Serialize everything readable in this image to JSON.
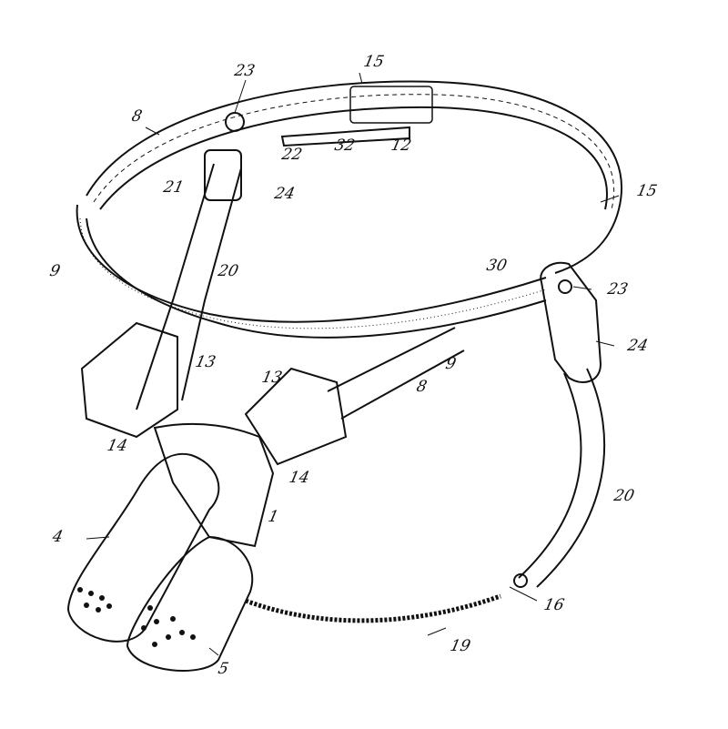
{
  "figure": {
    "description_labels": [
      {
        "id": "l23a",
        "text": "23"
      },
      {
        "id": "l15a",
        "text": "15"
      },
      {
        "id": "l8a",
        "text": "8"
      },
      {
        "id": "l22",
        "text": "22"
      },
      {
        "id": "l32",
        "text": "32"
      },
      {
        "id": "l12",
        "text": "12"
      },
      {
        "id": "l21",
        "text": "21"
      },
      {
        "id": "l24a",
        "text": "24"
      },
      {
        "id": "l15b",
        "text": "15"
      },
      {
        "id": "l9a",
        "text": "9"
      },
      {
        "id": "l20a",
        "text": "20"
      },
      {
        "id": "l30",
        "text": "30"
      },
      {
        "id": "l23b",
        "text": "23"
      },
      {
        "id": "l24b",
        "text": "24"
      },
      {
        "id": "l13a",
        "text": "13"
      },
      {
        "id": "l13b",
        "text": "13"
      },
      {
        "id": "l9b",
        "text": "9"
      },
      {
        "id": "l8b",
        "text": "8"
      },
      {
        "id": "l14a",
        "text": "14"
      },
      {
        "id": "l14b",
        "text": "14"
      },
      {
        "id": "l1",
        "text": "1"
      },
      {
        "id": "l20b",
        "text": "20"
      },
      {
        "id": "l4",
        "text": "4"
      },
      {
        "id": "l16",
        "text": "16"
      },
      {
        "id": "l19",
        "text": "19"
      },
      {
        "id": "l5",
        "text": "5"
      }
    ]
  }
}
